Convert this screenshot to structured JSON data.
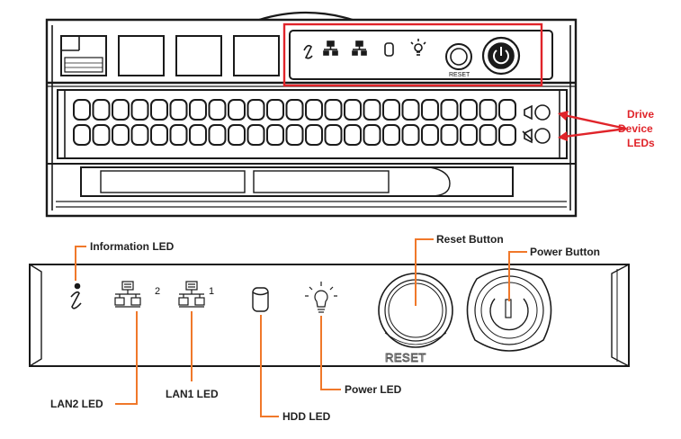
{
  "top_figure": {
    "reset_mark": "RESET",
    "drive_leds_callout": [
      "Drive",
      "Device",
      "LEDs"
    ]
  },
  "panel": {
    "reset_mark": "RESET",
    "lan2_mark": "2",
    "lan1_mark": "1"
  },
  "callouts": {
    "information_led": "Information LED",
    "reset_button": "Reset Button",
    "power_button": "Power Button",
    "lan2_led": "LAN2 LED",
    "lan1_led": "LAN1 LED",
    "power_led": "Power LED",
    "hdd_led": "HDD LED"
  },
  "colors": {
    "callout_orange": "#f0782a",
    "highlight_red": "#e0242a",
    "line_dark": "#1a1a1a"
  }
}
